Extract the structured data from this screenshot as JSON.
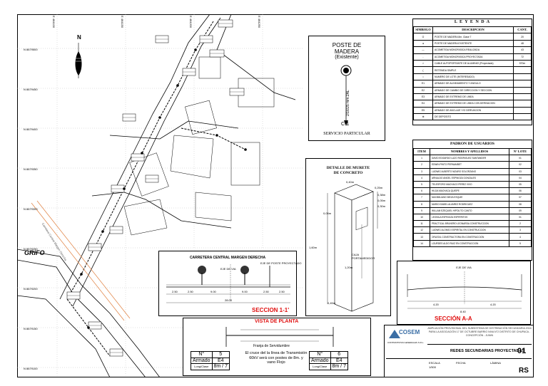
{
  "plan": {
    "north_label": "N",
    "grifo_label": "GRIFO",
    "road_label": "Carretera Central Margen Derecha",
    "northing_labels": [
      "N 8679500",
      "N 8679450",
      "N 8679400",
      "N 8679350",
      "N 8679300",
      "N 8679250",
      "N 8679200",
      "N 8679150",
      "N 8679100"
    ],
    "easting_labels": [
      "E 464100",
      "E 464150",
      "E 464200",
      "E 464250"
    ]
  },
  "poste": {
    "title_line1": "POSTE DE",
    "title_line2": "MADERA",
    "title_line3": "(Existente)",
    "spec": "2/16/25 mm.2AL",
    "code": "C-1",
    "caption": "SERVICIO PARTICULAR"
  },
  "leyenda": {
    "title": "L E Y E N D A",
    "headers": [
      "SIMBOLO",
      "DESCRIPCION",
      "CANT."
    ],
    "rows": [
      {
        "desc": "POSTE DE MADERA 8m. Clase 7",
        "qty": "20"
      },
      {
        "desc": "POSTE DE MADERA EXISTENTE",
        "qty": "48"
      },
      {
        "desc": "ACOMETIDA MONOFASICA REALIZADA",
        "qty": "43"
      },
      {
        "desc": "ACOMETIDA MONOFASICA PROYECTADA",
        "qty": "72"
      },
      {
        "desc": "CABLE AUTOPORTANTE DE ALUMINIO (Proyectado)",
        "qty": "570m"
      },
      {
        "desc": "RETENIDA SIMPLE",
        "qty": ""
      },
      {
        "desc": "NUMERO DE LOTE (INTERESADO)",
        "qty": ""
      },
      {
        "desc": "ARMADO DE ALINEAMIENTO Y ANGULO",
        "qty": ""
      },
      {
        "desc": "ARMADO DE CAMBIO DE DIRECCION Y SECCION",
        "qty": ""
      },
      {
        "desc": "ARMADO DE EXTREMO DE LINEA",
        "qty": ""
      },
      {
        "desc": "ARMADO DE EXTREMO DE LINEA CON DERIVACION",
        "qty": ""
      },
      {
        "desc": "ARMADO DE ANCLAJE Y/O DERIVACION",
        "qty": ""
      },
      {
        "desc": "DE DEPOSITO",
        "qty": ""
      }
    ],
    "symbols": [
      "O",
      "●",
      "—",
      "-",
      ">",
      "(",
      "○",
      "E1",
      "E2",
      "E3",
      "E4",
      "E5",
      "⊕"
    ]
  },
  "padron": {
    "title": "PADRON DE USUARIOS",
    "headers": [
      "ITEM",
      "NOMBRES Y APELLIDOS",
      "N° LOTE"
    ],
    "rows": [
      {
        "item": "1",
        "name": "DAVID EDGARDO LAZO RODRIGUEZ SANTANDER",
        "lote": "01"
      },
      {
        "item": "2",
        "name": "EDWIN PINTO PERNAMBET",
        "lote": "02"
      },
      {
        "item": "3",
        "name": "LUDWIG ALBERTO NIZARO SOLORZANO",
        "lote": "03"
      },
      {
        "item": "4",
        "name": "ARNALDO ANGEL ESPINOZA GONZALES",
        "lote": "04"
      },
      {
        "item": "5",
        "name": "TELESFORO MACHACO PEREZ VIVO",
        "lote": "05"
      },
      {
        "item": "6",
        "name": "HILDA MACHACA QUISPE",
        "lote": "06"
      },
      {
        "item": "7",
        "name": "MAXIMILIANO MEZA ESQUIE",
        "lote": "07"
      },
      {
        "item": "8",
        "name": "MARIO ISABEL ALVAREZ RODRIGUEZ",
        "lote": "08"
      },
      {
        "item": "9",
        "name": "WILLAM EZEQUIEL HIPOLITO CANTO",
        "lote": "09"
      },
      {
        "item": "10",
        "name": "LEONILA ESPINOZA ESPIRRITOS",
        "lote": "01"
      },
      {
        "item": "11",
        "name": "PRACTICAL BRUNERO LEONARDA CONSTRUCCION",
        "lote": "2"
      },
      {
        "item": "12",
        "name": "LUDWIG ALONSO ESPIRITAL EN CONSTRUCCION",
        "lote": "3"
      },
      {
        "item": "13",
        "name": "ORLEDIL CONSTRUCTORA EN CONSTRUCCION",
        "lote": "4"
      },
      {
        "item": "14",
        "name": "LOURDES ALDO RUIZ EN CONSTRUCCION",
        "lote": "5"
      }
    ]
  },
  "detalle": {
    "title_line1": "DETALLE DE MURETE",
    "title_line2": "DE CONCRETO",
    "dims": [
      "0,40m",
      "0,25m",
      "0,38m",
      "0,05m",
      "0,30m",
      "1,60m",
      "0,05m",
      "1,20m",
      "0,45m"
    ],
    "caja_label": "CAJA PORTAMEDIDOR"
  },
  "seccion11": {
    "title": "CARRETERA CENTRAL MARGEN DERECHA",
    "eje_via": "EJE DE VIA",
    "eje_poste": "EJE DE POSTE PROYECTADO",
    "dims": [
      "2.50",
      "2.50",
      "9.00",
      "9.00",
      "2.50",
      "2.50"
    ],
    "total": "28.00",
    "label": "SECCION 1-1'"
  },
  "seccionAA": {
    "title": "EJE DE VIA",
    "dims": [
      "4.20",
      "4.20"
    ],
    "total": "8.40",
    "label": "SECCIÓN A-A"
  },
  "planta": {
    "title": "VISTA DE PLANTA",
    "line1": "Franja de Servidumbre",
    "body": "El cruce del la línea de Transmisión 60kV será con postes de 8m. y vano Flojo",
    "left_table": {
      "n": "N°",
      "n_val": "5",
      "armado": "Armado",
      "armado_val": "E4",
      "cond": "Long/Clase",
      "cond_val": "8m / 7"
    },
    "right_table": {
      "n": "N°",
      "n_val": "6",
      "armado": "Armado",
      "armado_val": "E4",
      "cond": "Long/Clase",
      "cond_val": "8m / 7"
    }
  },
  "title_block": {
    "company": "COSEM",
    "company_sub": "CONTRATISTAS GENERALES S.R.L.",
    "project": "AMPLIACIÓN PROVISIONAL DEL SUBSISTEMA DE DISTRIBUCIÓN SECUNDARIA 2016 PARA LA ASOCIACIÓN 17 DE OCTUBRE BARRIO NIVA N°2 DISTRITO DE CHUPACA - CONCEPCIÓN - JUNIN",
    "sheet_title": "REDES SECUNDARIAS PROYECTADAS",
    "sheet_no": "01",
    "code": "RS",
    "escala": "ESCALA",
    "escala_val": "1/500",
    "fecha": "FECHA",
    "lamina": "LÁMINA"
  },
  "colors": {
    "red": "#e01010",
    "orange": "#e08040",
    "line": "#000000",
    "grid": "#9a9a9a"
  }
}
